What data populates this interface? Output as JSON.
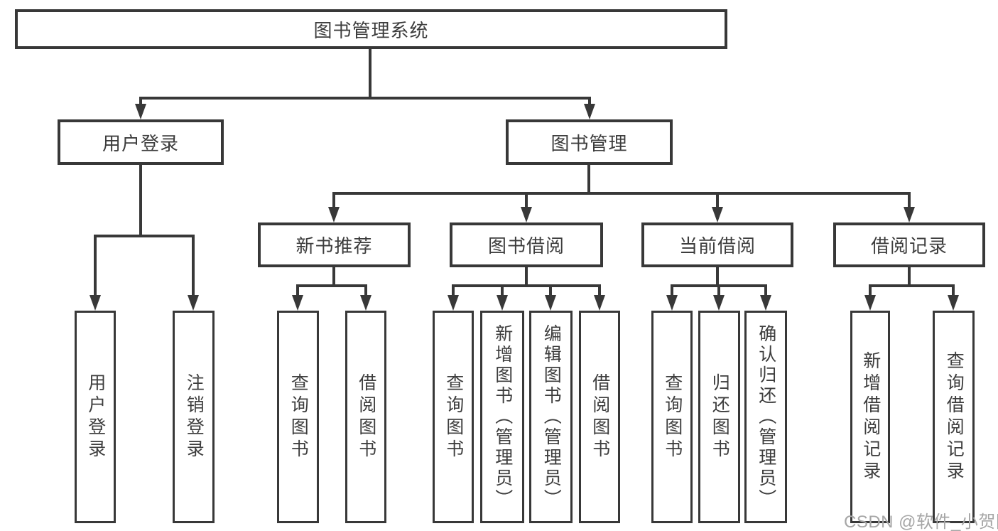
{
  "colors": {
    "line": "#383838",
    "text": "#3d3d3d",
    "watermark": "#a6a6a6",
    "background": "#ffffff"
  },
  "tree": {
    "root": {
      "label": "图书管理系统"
    },
    "branches": [
      {
        "label": "用户登录",
        "leaves": [
          "用户登录",
          "注销登录"
        ]
      },
      {
        "label": "图书管理",
        "groups": [
          {
            "label": "新书推荐",
            "leaves": [
              "查询图书",
              "借阅图书"
            ]
          },
          {
            "label": "图书借阅",
            "leaves": [
              "查询图书",
              "新增图书（管理员）",
              "编辑图书（管理员）",
              "借阅图书"
            ]
          },
          {
            "label": "当前借阅",
            "leaves": [
              "查询图书",
              "归还图书",
              "确认归还（管理员）"
            ]
          },
          {
            "label": "借阅记录",
            "leaves": [
              "新增借阅记录",
              "查询借阅记录"
            ]
          }
        ]
      }
    ]
  },
  "watermark": {
    "text": "CSDN @软件_小贺同学"
  }
}
